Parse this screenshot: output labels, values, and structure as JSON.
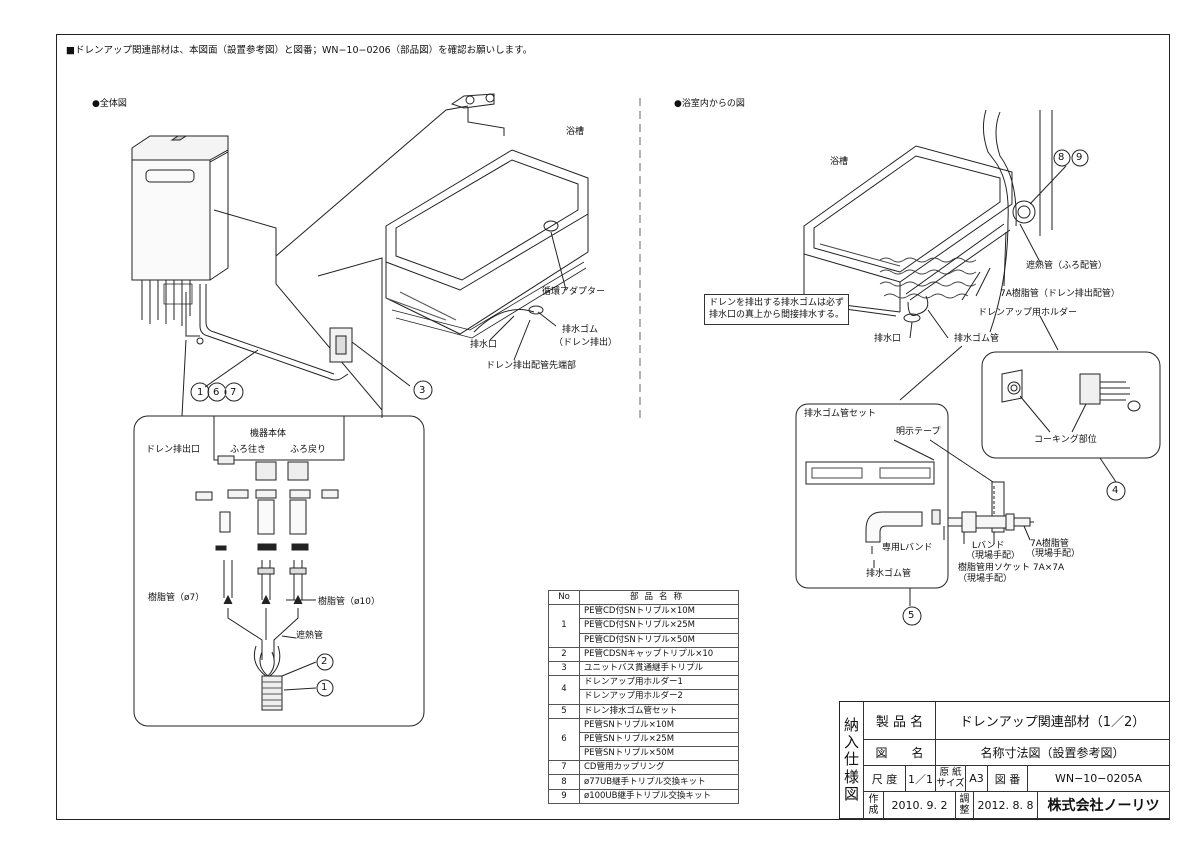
{
  "note": "■ドレンアップ関連部材は、本図面（設置参考図）と図番；WN−10−0206（部品図）を確認お願いします。",
  "left_view": {
    "title": "●全体図",
    "labels": {
      "bathtub": "浴槽",
      "circ_adapter": "循環アダプター",
      "drain_rubber_1": "排水ゴム",
      "drain_rubber_2": "（ドレン排出）",
      "drain_port": "排水口",
      "drain_pipe_end": "ドレン排出配管先端部",
      "callout_167": "①⑥⑦",
      "callout_3": "③"
    },
    "detail": {
      "unit_body": "機器本体",
      "drain_outlet": "ドレン排出口",
      "bath_go": "ふろ往き",
      "bath_return": "ふろ戻り",
      "resin_pipe_7": "樹脂管（ø7）",
      "resin_pipe_10": "樹脂管（ø10）",
      "heat_insulation": "遮熱管",
      "callout_2": "②",
      "callout_1": "①"
    }
  },
  "right_view": {
    "title": "●浴室内からの図",
    "labels": {
      "bathtub": "浴槽",
      "callout_89": "⑧⑨",
      "heat_insulation": "遮熱管（ふろ配管）",
      "resin_7a": "7A樹脂管（ドレン排出配管）",
      "holder": "ドレンアップ用ホルダー",
      "note_1": "ドレンを排出する排水ゴムは必ず",
      "note_2": "排水口の真上から間接排水する。",
      "drain_port": "排水口",
      "drain_rubber_pipe": "排水ゴム管",
      "caulking": "コーキング部位",
      "callout_4": "④",
      "callout_5": "⑤"
    },
    "set_box": {
      "title": "排水ゴム管セット",
      "tape": "明示テープ",
      "band": "専用Lバンド",
      "rubber": "排水ゴム管"
    },
    "fittings": {
      "l_band": "Lバンド",
      "l_band_note": "（現場手配）",
      "socket": "樹脂管用ソケット 7A×7A",
      "socket_note": "（現場手配）",
      "resin_7a": "7A樹脂管",
      "resin_7a_note": "（現場手配）"
    }
  },
  "parts_table": {
    "header_no": "No",
    "header_name": "部品名称",
    "rows": [
      {
        "no": "1",
        "names": [
          "PE管CD付SNトリプル×10M",
          "PE管CD付SNトリプル×25M",
          "PE管CD付SNトリプル×50M"
        ]
      },
      {
        "no": "2",
        "names": [
          "PE管CDSNキャップトリプル×10"
        ]
      },
      {
        "no": "3",
        "names": [
          "ユニットバス貫通継手トリプル"
        ]
      },
      {
        "no": "4",
        "names": [
          "ドレンアップ用ホルダー1",
          "ドレンアップ用ホルダー2"
        ]
      },
      {
        "no": "5",
        "names": [
          "ドレン排水ゴム管セット"
        ]
      },
      {
        "no": "6",
        "names": [
          "PE管SNトリプル×10M",
          "PE管SNトリプル×25M",
          "PE管SNトリプル×50M"
        ]
      },
      {
        "no": "7",
        "names": [
          "CD管用カップリング"
        ]
      },
      {
        "no": "8",
        "names": [
          "ø77UB継手トリプル交換キット"
        ]
      },
      {
        "no": "9",
        "names": [
          "ø100UB継手トリプル交換キット"
        ]
      }
    ]
  },
  "title_block": {
    "nonyu": [
      "納",
      "入",
      "仕",
      "様",
      "図"
    ],
    "product_label": "製 品 名",
    "product_value": "ドレンアップ関連部材（1／2）",
    "drawing_label": "図　　名",
    "drawing_value": "名称寸法図（設置参考図）",
    "scale_label": "尺 度",
    "scale_value": "1／1",
    "paper_label_1": "原 紙",
    "paper_label_2": "サイズ",
    "paper_value": "A3",
    "drawing_no_label": "図 番",
    "drawing_no_value": "WN−10−0205A",
    "created_label_1": "作",
    "created_label_2": "成",
    "created_value": "2010. 9. 2",
    "revised_label_1": "調",
    "revised_label_2": "整",
    "revised_value": "2012. 8. 8",
    "company": "株式会社ノーリツ"
  }
}
